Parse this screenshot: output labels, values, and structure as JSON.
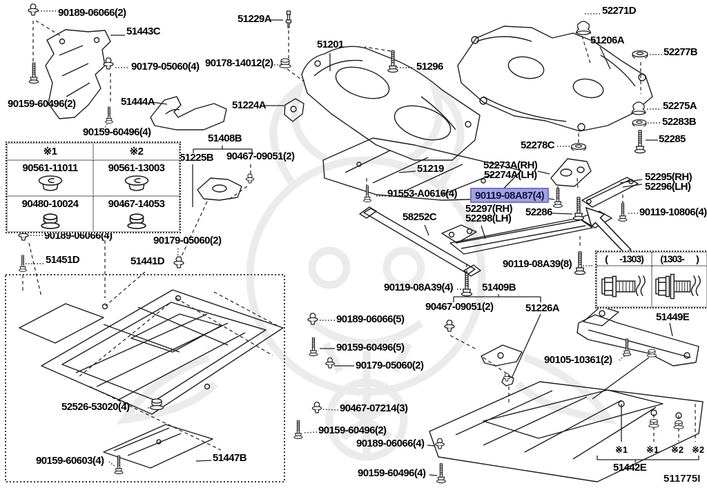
{
  "title": "suspension-crossmember-undercover-parts-diagram",
  "colors": {
    "highlight_bg": "#a2a2de",
    "highlight_border": "#7474c8",
    "line_art": "#1c1c1c",
    "watermark": "#ebebeb"
  },
  "part_labels": [
    "90189-06066(2)",
    "51443C",
    "90179-05060(4)",
    "90178-14012(2)",
    "51229A",
    "51201",
    "51296",
    "52271D",
    "51206A",
    "52277B",
    "90159-60496(2)",
    "51444A",
    "52275A",
    "52283B",
    "90159-60496(4)",
    "51224A",
    "52285",
    "52278C",
    "51408B",
    "51225B",
    "90467-09051(2)",
    "52273A(RH)",
    "52274A(LH)",
    "51219",
    "52295(RH)",
    "52296(LH)",
    "91553-A0616(4)",
    "90119-08A87(4)",
    "52297(RH)",
    "52298(LH)",
    "52286",
    "90119-10806(4)",
    "58252C",
    "90189-06066(4)",
    "90179-05060(2)",
    "51451D",
    "51441D",
    "90119-08A39(8)",
    "90119-08A39(4)",
    "51409B",
    "90467-09051(2)",
    "51226A",
    "51449E",
    "90189-06066(5)",
    "90159-60496(5)",
    "90179-05060(2)",
    "90105-10361(2)",
    "52526-53020(4)",
    "90467-07214(3)",
    "90159-60496(2)",
    "90189-06066(4)",
    "90159-60603(4)",
    "51447B",
    "90159-60496(4)",
    "51442E"
  ],
  "highlighted_part": "90119-08A87(4)",
  "variant_table": {
    "headers": [
      "※1",
      "※2"
    ],
    "rows": [
      [
        "90561-11011",
        "90561-13003"
      ],
      [
        "90480-10024",
        "90467-14053"
      ]
    ]
  },
  "inset": {
    "left_header": "(      -1303)",
    "right_header": "(1303-      )"
  },
  "footnote_marks": [
    "※1",
    "※1",
    "※2",
    "※2"
  ],
  "diagram_code": "511775I",
  "icons": {
    "clip": "push-clip-icon",
    "bolt": "flange-bolt-icon",
    "screw": "screw-icon",
    "nut": "flange-nut-icon",
    "washer": "washer-icon",
    "cushion": "body-cushion-icon",
    "grommet": "grommet-icon",
    "stud": "stud-bolt-icon",
    "arrow": "callout-arrow-icon"
  }
}
